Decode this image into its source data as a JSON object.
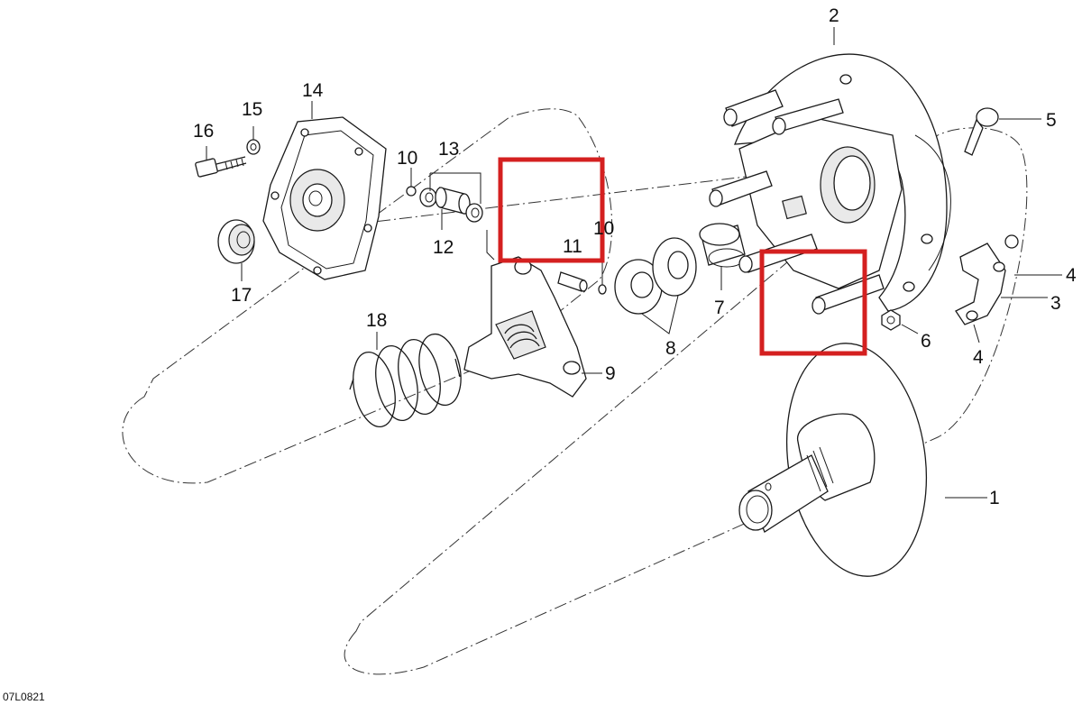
{
  "diagram": {
    "drawing_code": "07L0821",
    "callouts": [
      {
        "id": "c1",
        "label": "1"
      },
      {
        "id": "c2",
        "label": "2"
      },
      {
        "id": "c3",
        "label": "3"
      },
      {
        "id": "c4a",
        "label": "4"
      },
      {
        "id": "c4b",
        "label": "4"
      },
      {
        "id": "c5",
        "label": "5"
      },
      {
        "id": "c6",
        "label": "6"
      },
      {
        "id": "c7",
        "label": "7"
      },
      {
        "id": "c8",
        "label": "8"
      },
      {
        "id": "c9",
        "label": "9"
      },
      {
        "id": "c10a",
        "label": "10"
      },
      {
        "id": "c10b",
        "label": "10"
      },
      {
        "id": "c11",
        "label": "11"
      },
      {
        "id": "c12",
        "label": "12"
      },
      {
        "id": "c13",
        "label": "13"
      },
      {
        "id": "c14",
        "label": "14"
      },
      {
        "id": "c15",
        "label": "15"
      },
      {
        "id": "c16",
        "label": "16"
      },
      {
        "id": "c17",
        "label": "17"
      },
      {
        "id": "c18",
        "label": "18"
      }
    ],
    "highlight_color": "#d42020"
  }
}
